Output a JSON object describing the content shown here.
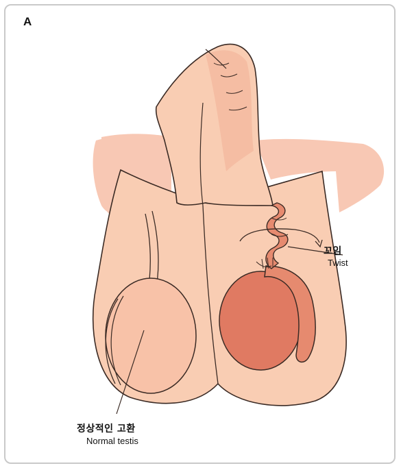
{
  "panel_label": "A",
  "annotations": {
    "twist": {
      "ko": "꼬임",
      "en": "Twist"
    },
    "normal_testis": {
      "ko": "정상적인 고환",
      "en": "Normal testis"
    }
  },
  "colors": {
    "skin": "#f9cdb3",
    "skin_shadow": "#f3b79c",
    "background_blob": "#f8c8b4",
    "twisted_testis": "#e07a62",
    "cord": "#e68a6f",
    "outline": "#3a2a24"
  }
}
